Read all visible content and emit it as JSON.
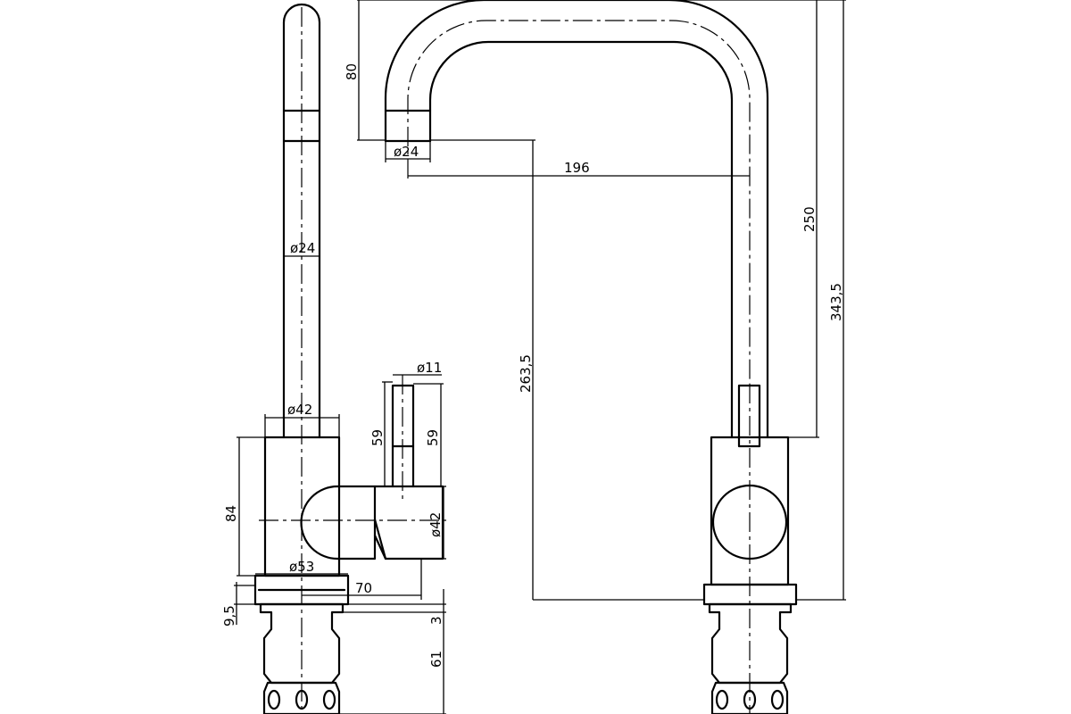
{
  "side_view": {
    "spout_diameter": "ø24",
    "body_diameter": "ø42",
    "base_diameter": "ø53",
    "body_height": "84",
    "handle_lever_diameter": "ø11",
    "handle_lever_height_left": "59",
    "handle_lever_height_right": "59",
    "handle_diameter": "ø42",
    "handle_offset": "70",
    "base_height": "9,5",
    "gap_height": "3",
    "shank_height": "61"
  },
  "front_view": {
    "spout_drop": "80",
    "spout_end_diameter": "ø24",
    "spout_reach": "196",
    "spout_outlet_height": "263,5",
    "body_to_top_height": "250",
    "total_height": "343,5"
  }
}
